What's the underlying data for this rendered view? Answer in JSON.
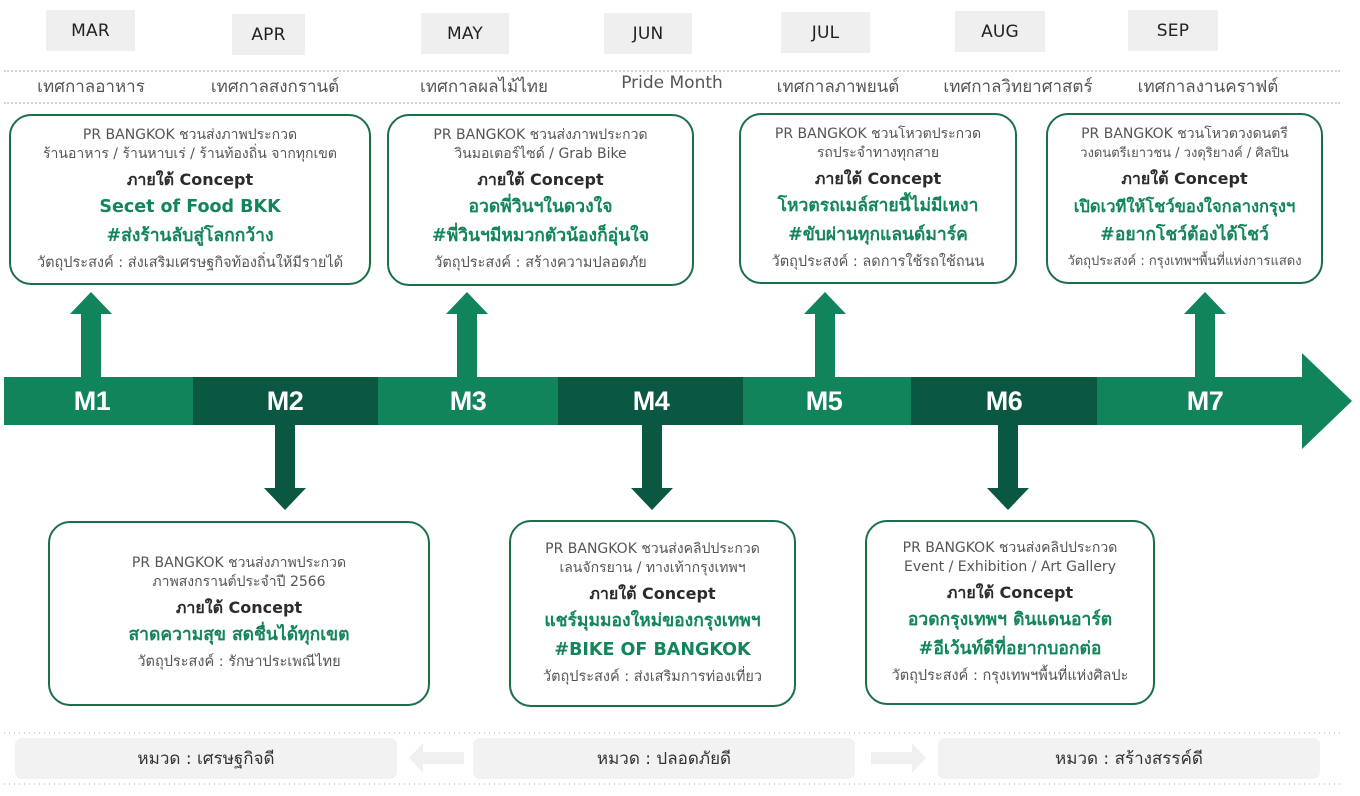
{
  "colors": {
    "primary_green": "#12845c",
    "dark_green": "#0a5841",
    "card_border": "#1b6f49",
    "headline_green": "#13855a",
    "tag_bg": "#efefef",
    "category_bg": "#f2f2f2"
  },
  "months": [
    {
      "label": "MAR",
      "festival": "เทศกาลอาหาร"
    },
    {
      "label": "APR",
      "festival": "เทศกาลสงกรานต์"
    },
    {
      "label": "MAY",
      "festival": "เทศกาลผลไม้ไทย"
    },
    {
      "label": "JUN",
      "festival": "Pride Month"
    },
    {
      "label": "JUL",
      "festival": "เทศกาลภาพยนต์"
    },
    {
      "label": "AUG",
      "festival": "เทศกาลวิทยาศาสตร์"
    },
    {
      "label": "SEP",
      "festival": "เทศกาลงานคราฟต์"
    }
  ],
  "milestones": [
    {
      "label": "M1",
      "direction": "up"
    },
    {
      "label": "M2",
      "direction": "down"
    },
    {
      "label": "M3",
      "direction": "up"
    },
    {
      "label": "M4",
      "direction": "down"
    },
    {
      "label": "M5",
      "direction": "up"
    },
    {
      "label": "M6",
      "direction": "down"
    },
    {
      "label": "M7",
      "direction": "up"
    }
  ],
  "cards": {
    "m1": {
      "intro_1": "PR BANGKOK ชวนส่งภาพประกวด",
      "intro_2": "ร้านอาหาร / ร้านหาบเร่ / ร้านท้องถิ่น จากทุกเขต",
      "concept": "ภายใต้ Concept",
      "headline_1": "Secet of Food BKK",
      "headline_2": "#ส่งร้านลับสู่โลกกว้าง",
      "objective": "วัตถุประสงค์ : ส่งเสริมเศรษฐกิจท้องถิ่นให้มีรายได้"
    },
    "m2": {
      "intro_1": "PR BANGKOK ชวนส่งภาพประกวด",
      "intro_2": "ภาพสงกรานต์ประจำปี 2566",
      "concept": "ภายใต้ Concept",
      "headline_1": "สาดความสุข สดชื่นได้ทุกเขต",
      "objective": "วัตถุประสงค์ : รักษาประเพณีไทย"
    },
    "m3": {
      "intro_1": "PR BANGKOK ชวนส่งภาพประกวด",
      "intro_2": "วินมอเตอร์ไซด์ / Grab Bike",
      "concept": "ภายใต้ Concept",
      "headline_1": "อวดพี่วินฯในดวงใจ",
      "headline_2": "#พี่วินฯมีหมวกตัวน้องก็อุ่นใจ",
      "objective": "วัตถุประสงค์ : สร้างความปลอดภัย"
    },
    "m4": {
      "intro_1": "PR BANGKOK ชวนส่งคลิปประกวด",
      "intro_2": "เลนจักรยาน / ทางเท้ากรุงเทพฯ",
      "concept": "ภายใต้ Concept",
      "headline_1": "แชร์มุมมองใหม่ของกรุงเทพฯ",
      "headline_2": "#BIKE OF BANGKOK",
      "objective": "วัตถุประสงค์ : ส่งเสริมการท่องเที่ยว"
    },
    "m5": {
      "intro_1": "PR BANGKOK ชวนโหวตประกวด",
      "intro_2": "รถประจำทางทุกสาย",
      "concept": "ภายใต้ Concept",
      "headline_1": "โหวตรถเมล์สายนี้ไม่มีเหงา",
      "headline_2": "#ขับผ่านทุกแลนด์มาร์ค",
      "objective": "วัตถุประสงค์ : ลดการใช้รถใช้ถนน"
    },
    "m6": {
      "intro_1": "PR BANGKOK ชวนส่งคลิปประกวด",
      "intro_2": "Event / Exhibition / Art Gallery",
      "concept": "ภายใต้ Concept",
      "headline_1": "อวดกรุงเทพฯ ดินแดนอาร์ต",
      "headline_2": "#อีเว้นท์ดีที่อยากบอกต่อ",
      "objective": "วัตถุประสงค์ : กรุงเทพฯพื้นที่แห่งศิลปะ"
    },
    "m7": {
      "intro_1": "PR BANGKOK ชวนโหวตวงดนตรี",
      "intro_2": "วงดนตรีเยาวชน / วงดุริยางค์ / ศิลปิน",
      "concept": "ภายใต้ Concept",
      "headline_1": "เปิดเวทีให้โชว์ของใจกลางกรุงฯ",
      "headline_2": "#อยากโชว์ต้องได้โชว์",
      "objective": "วัตถุประสงค์ : กรุงเทพฯพื้นที่แห่งการแสดง"
    }
  },
  "categories": [
    {
      "label": "หมวด : เศรษฐกิจดี"
    },
    {
      "label": "หมวด : ปลอดภัยดี"
    },
    {
      "label": "หมวด : สร้างสรรค์ดี"
    }
  ],
  "category_arrows": [
    {
      "name": "arrow-left-icon"
    },
    {
      "name": "arrow-right-icon"
    }
  ]
}
